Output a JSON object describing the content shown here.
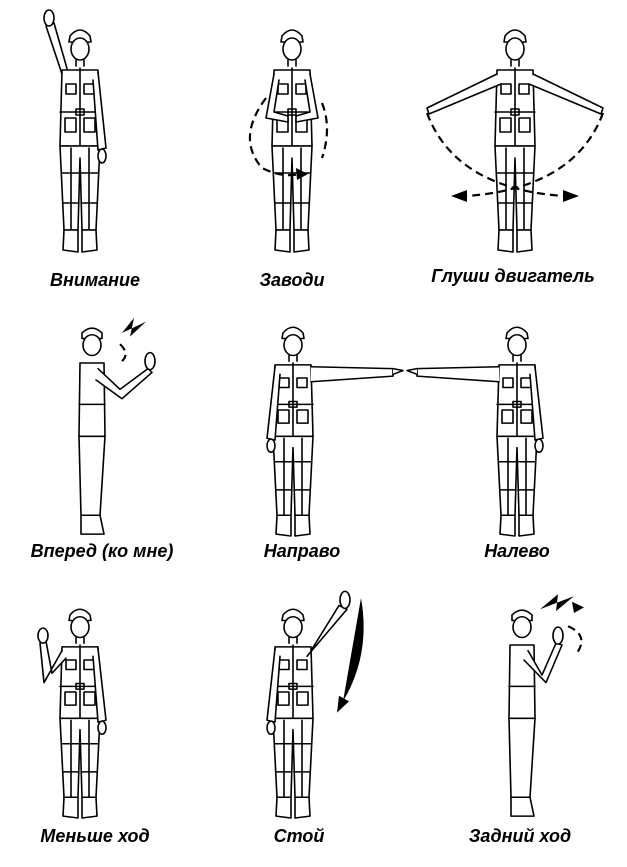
{
  "signals": [
    {
      "label": "Внимание"
    },
    {
      "label": "Заводи"
    },
    {
      "label": "Глуши двигатель"
    },
    {
      "label": "Вперед (ко мне)"
    },
    {
      "label": "Направо"
    },
    {
      "label": "Налево"
    },
    {
      "label": "Меньше ход"
    },
    {
      "label": "Стой"
    },
    {
      "label": "Задний ход"
    }
  ]
}
